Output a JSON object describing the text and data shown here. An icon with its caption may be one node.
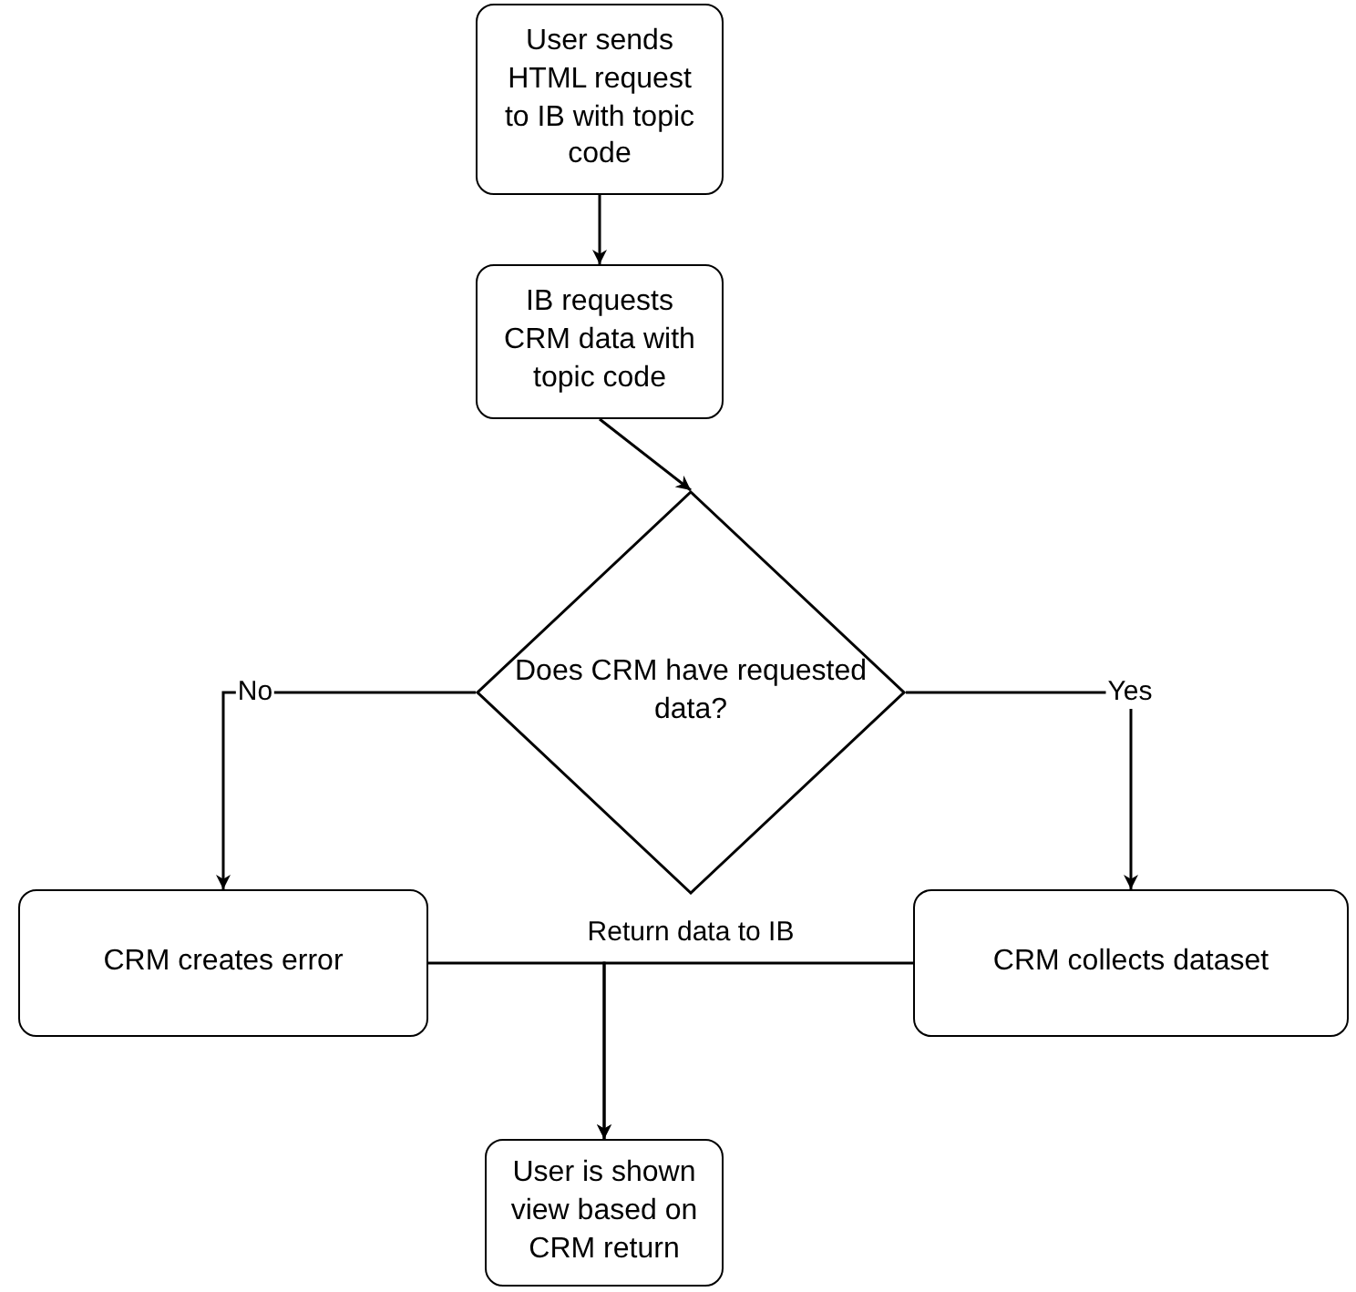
{
  "diagram": {
    "nodes": [
      {
        "text": [
          "User sends HTML request to IB with topic code"
        ]
      },
      {
        "text": [
          "IB requests CRM data with topic code"
        ]
      },
      {
        "text": [
          "Does CRM have requested data?"
        ]
      },
      {
        "text": [
          "CRM creates error"
        ]
      },
      {
        "text": [
          "CRM collects dataset"
        ]
      },
      {
        "text": [
          "User is shown view based on CRM return"
        ]
      }
    ],
    "edges": [
      {
        "from": 0,
        "to": 1,
        "arrow": "to"
      },
      {
        "from": 1,
        "to": 2,
        "arrow": "to"
      },
      {
        "from": 2,
        "to": 3,
        "arrow": "to",
        "label": "No"
      },
      {
        "from": 2,
        "to": 4,
        "arrow": "to",
        "label": "Yes"
      },
      {
        "from": 3,
        "to": 5,
        "arrow": "to",
        "label": "Return data to IB"
      },
      {
        "from": 4,
        "to": 5,
        "arrow": "to"
      }
    ]
  }
}
